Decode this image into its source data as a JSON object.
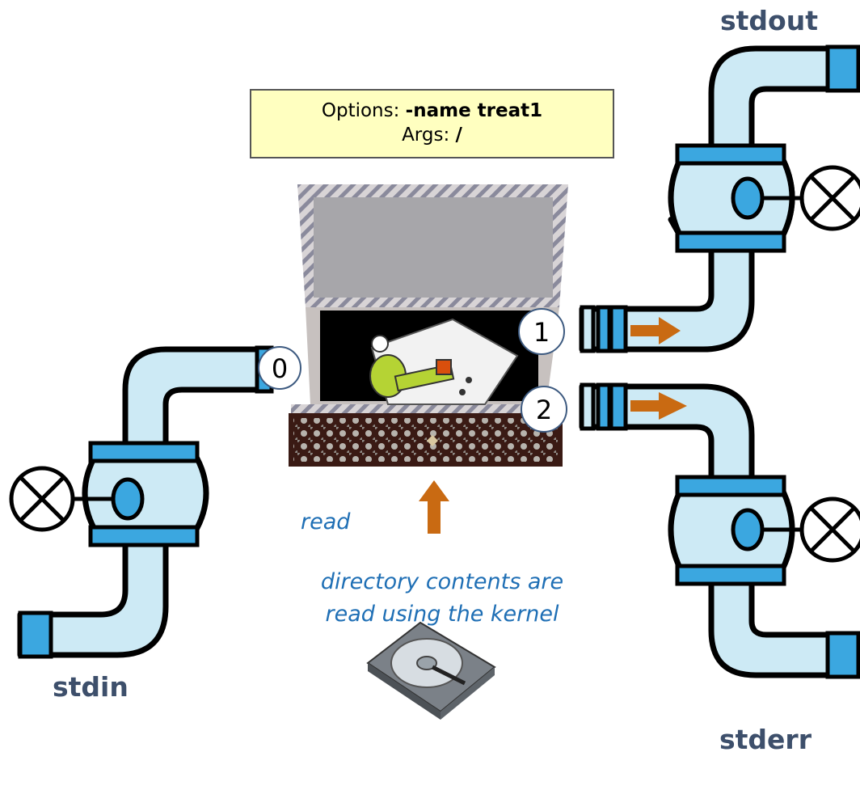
{
  "labels": {
    "stdout": "stdout",
    "stdin": "stdin",
    "stderr": "stderr"
  },
  "options_box": {
    "options_prefix": "Options:",
    "options_value": "-name treat1",
    "args_prefix": "Args:",
    "args_value": "/"
  },
  "descriptors": {
    "stdin_fd": "0",
    "stdout_fd": "1",
    "stderr_fd": "2"
  },
  "captions": {
    "read": "read",
    "directory_line1": "directory contents are",
    "directory_line2": "read using the kernel"
  },
  "colors": {
    "pipe_fill": "#cdeaf5",
    "pipe_stroke": "#000000",
    "flange": "#3ba7e0",
    "arrow": "#c96a12",
    "caption": "#1f6fb5",
    "label": "#3d4f6b",
    "options_bg": "#ffffc0"
  }
}
